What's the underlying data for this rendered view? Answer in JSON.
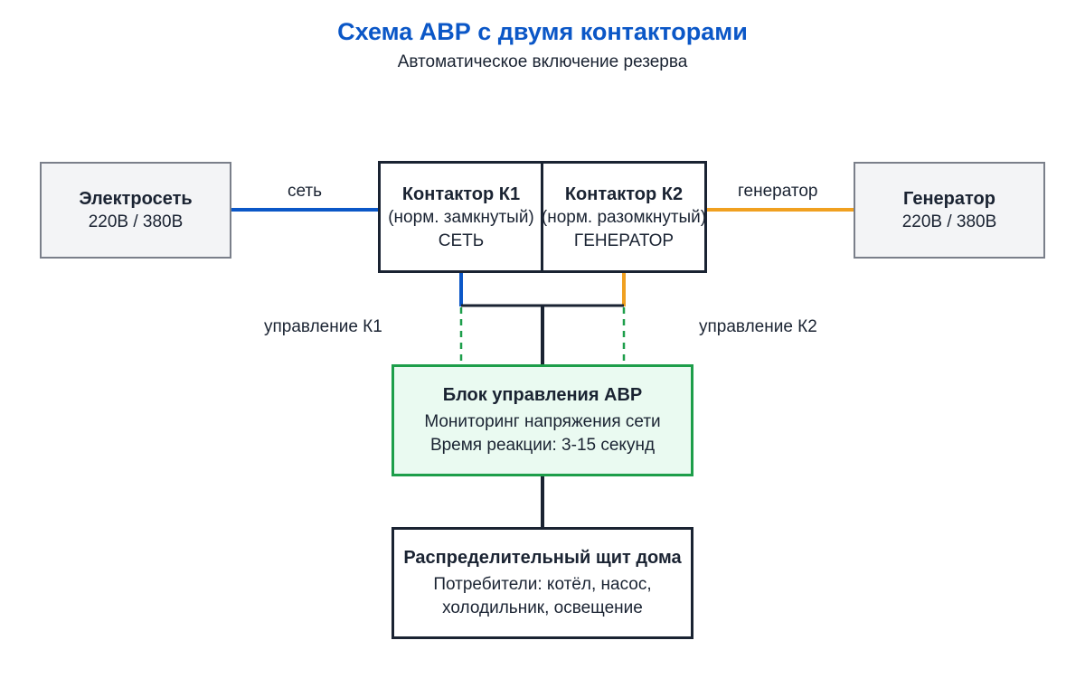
{
  "header": {
    "title": "Схема АВР с двумя контакторами",
    "subtitle": "Автоматическое включение резерва"
  },
  "nodes": {
    "grid": {
      "title": "Электросеть",
      "detail": "220В / 380В"
    },
    "k1": {
      "title": "Контактор К1",
      "state": "(норм. замкнутый)",
      "source": "СЕТЬ"
    },
    "k2": {
      "title": "Контактор К2",
      "state": "(норм. разомкнутый)",
      "source": "ГЕНЕРАТОР"
    },
    "generator": {
      "title": "Генератор",
      "detail": "220В / 380В"
    },
    "controller": {
      "title": "Блок управления АВР",
      "line1": "Мониторинг напряжения сети",
      "line2": "Время реакции: 3-15 секунд"
    },
    "panel": {
      "title": "Распределительный щит дома",
      "line1": "Потребители: котёл, насос,",
      "line2": "холодильник, освещение"
    }
  },
  "edge_labels": {
    "grid_line": "сеть",
    "generator_line": "генератор",
    "control_k1": "управление К1",
    "control_k2": "управление К2"
  },
  "colors": {
    "grid_line": "#0b57c7",
    "generator_line": "#f0a020",
    "control_line": "#1d9e4a",
    "power_line": "#1a2332"
  }
}
